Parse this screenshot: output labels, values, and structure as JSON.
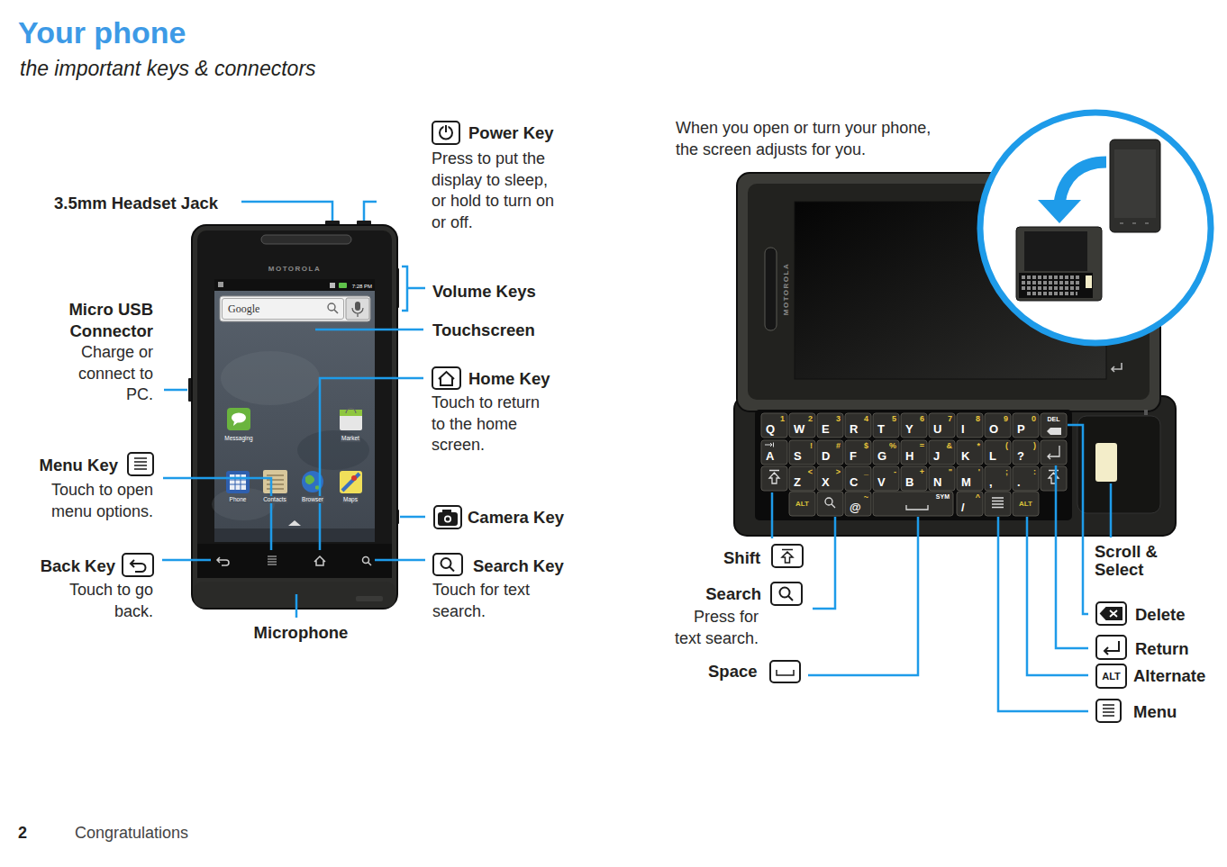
{
  "diagram": {
    "title": "Your phone",
    "nodes": [
      {
        "text": [
          "Google"
        ]
      },
      {
        "text": [
          "Q",
          "1"
        ]
      },
      {
        "text": [
          "W",
          "2"
        ]
      },
      {
        "text": [
          "E",
          "3"
        ]
      },
      {
        "text": [
          "R",
          "4"
        ]
      },
      {
        "text": [
          "T",
          "5"
        ]
      },
      {
        "text": [
          "Y",
          "6"
        ]
      },
      {
        "text": [
          "U",
          "7"
        ]
      },
      {
        "text": [
          "I",
          "8"
        ]
      },
      {
        "text": [
          "O",
          "9"
        ]
      },
      {
        "text": [
          "P",
          "0"
        ]
      },
      {
        "text": [
          "DEL"
        ]
      },
      {
        "text": [
          "A"
        ]
      },
      {
        "text": [
          "S",
          "!"
        ]
      },
      {
        "text": [
          "D",
          "#"
        ]
      },
      {
        "text": [
          "F",
          "$"
        ]
      },
      {
        "text": [
          "G",
          "%"
        ]
      },
      {
        "text": [
          "H",
          "="
        ]
      },
      {
        "text": [
          "J",
          "&"
        ]
      },
      {
        "text": [
          "K",
          "*"
        ]
      },
      {
        "text": [
          "L",
          "("
        ]
      },
      {
        "text": [
          "?",
          ")"
        ]
      },
      {
        "text": [
          "Z",
          "<"
        ]
      },
      {
        "text": [
          "X",
          ">"
        ]
      },
      {
        "text": [
          "C",
          "_"
        ]
      },
      {
        "text": [
          "V",
          "-"
        ]
      },
      {
        "text": [
          "B",
          "+"
        ]
      },
      {
        "text": [
          "N",
          "\""
        ]
      },
      {
        "text": [
          "M",
          "'"
        ]
      },
      {
        "text": [
          ",",
          ";"
        ]
      },
      {
        "text": [
          ".",
          ":"
        ]
      },
      {
        "text": [
          "ALT"
        ]
      },
      {
        "text": [
          "@",
          "~"
        ]
      },
      {
        "text": [
          "SYM"
        ]
      },
      {
        "text": [
          "/",
          "^"
        ]
      },
      {
        "text": [
          "ALT"
        ]
      },
      {
        "text": [
          "ALT"
        ]
      }
    ],
    "labels": [
      "the important keys & connectors",
      "3.5mm Headset Jack",
      "Power Key",
      "Press to put the display to sleep, or hold to turn on or off.",
      "MOTOROLA",
      "7:28 PM",
      "Volume Keys",
      "Micro USB Connector",
      "Charge or connect to PC.",
      "Touchscreen",
      "Home Key",
      "Touch to return to the home screen.",
      "Messaging",
      "Market",
      "Menu Key",
      "Touch to open menu options.",
      "Phone",
      "Contacts",
      "Browser",
      "Maps",
      "Camera Key",
      "Back Key",
      "Touch to go back.",
      "Search Key",
      "Touch for text search.",
      "Microphone",
      "When you open or turn your phone, the screen adjusts for you.",
      "MOTOROLA",
      "Shift",
      "Scroll & Select",
      "Search",
      "Press for text search.",
      "Delete",
      "Return",
      "Alternate",
      "Space",
      "Menu",
      "2",
      "Congratulations"
    ]
  }
}
